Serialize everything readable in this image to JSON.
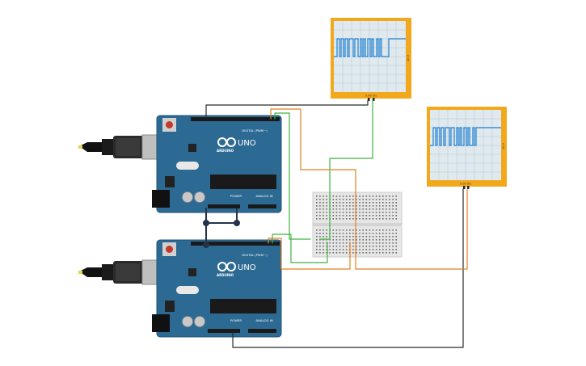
{
  "colors": {
    "board": "#2d6a93",
    "board_dark": "#1f5378",
    "scope_frame": "#f2a81d",
    "scope_screen": "#dfe9ee",
    "trace": "#1f7fd1",
    "wire_orange": "#e0801e",
    "wire_green": "#3fb53f",
    "wire_black": "#2b2b2b",
    "wire_navy": "#24324a",
    "breadboard": "#e6e6e6"
  },
  "arduino_top": {
    "brand": "ARDUINO",
    "model": "UNO",
    "digital_label": "DIGITAL (PWM~)",
    "power_label": "POWER",
    "analog_label": "ANALOG IN"
  },
  "arduino_bottom": {
    "brand": "ARDUINO",
    "model": "UNO",
    "digital_label": "DIGITAL (PWM~)",
    "power_label": "POWER",
    "analog_label": "ANALOG IN"
  },
  "oscilloscope_1": {
    "time_label": "5.00 ms",
    "volt_label": "10 V"
  },
  "oscilloscope_2": {
    "time_label": "5.00 ms",
    "volt_label": "10 V"
  },
  "icons": {
    "usb_top": "usb-connector-icon",
    "usb_bottom": "usb-connector-icon",
    "logo": "arduino-infinity-icon"
  }
}
